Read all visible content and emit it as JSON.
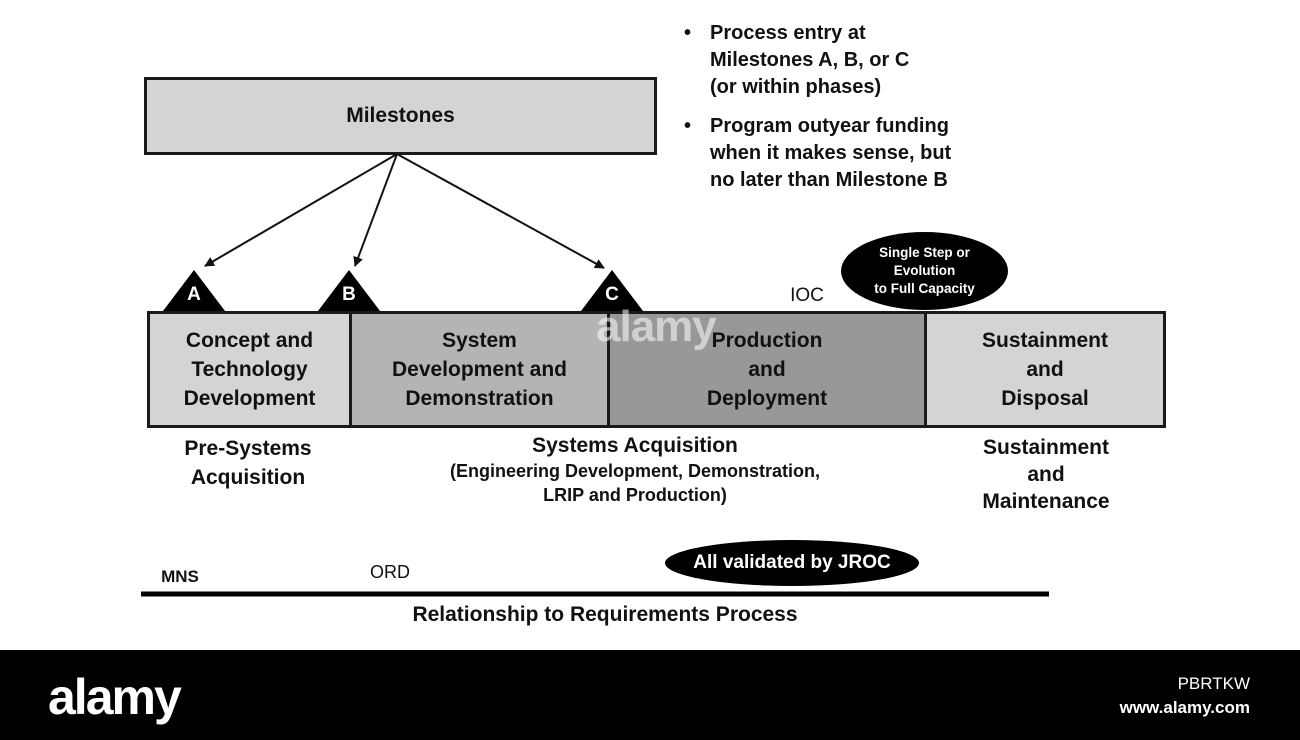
{
  "diagram": {
    "milestones_box": {
      "label": "Milestones",
      "fill": "#d4d4d4"
    },
    "bullets": [
      "Process entry at\nMilestones A, B, or C\n(or within phases)",
      "Program outyear funding\nwhen it makes sense, but\nno later than Milestone B"
    ],
    "bullet_symbol": "•",
    "milestones": [
      "A",
      "B",
      "C"
    ],
    "ioc_label": "IOC",
    "single_step_oval": "Single Step or\nEvolution\nto Full Capacity",
    "phases": [
      {
        "label": "Concept and\nTechnology\nDevelopment",
        "fill": "#d4d4d4"
      },
      {
        "label": "System\nDevelopment and\nDemonstration",
        "fill": "#b4b4b4"
      },
      {
        "label": "Production\nand\nDeployment",
        "fill": "#989898"
      },
      {
        "label": "Sustainment\nand\nDisposal",
        "fill": "#d4d4d4"
      }
    ],
    "categories": {
      "pre_systems": "Pre-Systems\nAcquisition",
      "systems_acquisition_title": "Systems Acquisition",
      "systems_acquisition_detail": "(Engineering Development, Demonstration,\nLRIP and Production)",
      "sustainment": "Sustainment\nand\nMaintenance"
    },
    "requirements": {
      "mns": "MNS",
      "ord": "ORD",
      "jroc_oval": "All validated by JROC",
      "caption": "Relationship to Requirements Process"
    }
  },
  "watermark": {
    "logo": "alamy",
    "center_mark": "alamy",
    "image_id": "PBRTKW",
    "url": "www.alamy.com"
  }
}
